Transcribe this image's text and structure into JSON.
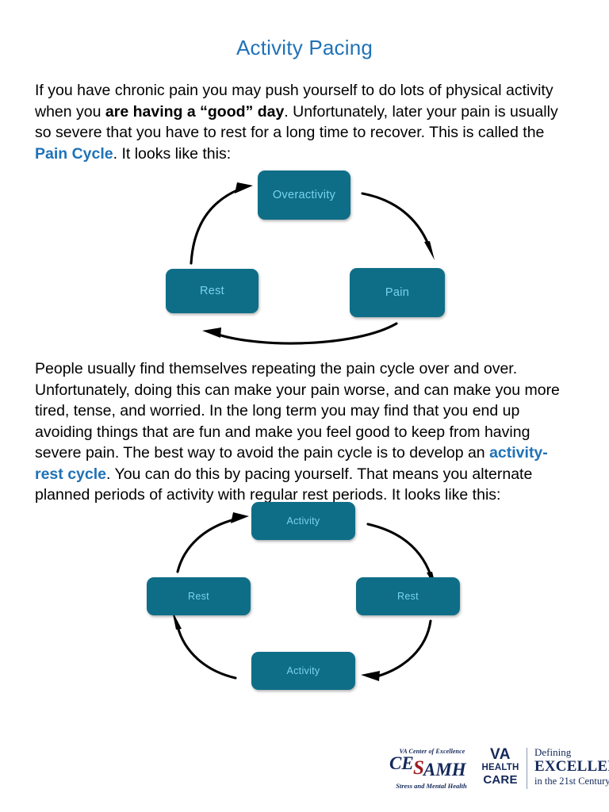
{
  "document": {
    "title": "Activity Pacing"
  },
  "paragraphs": {
    "p1": {
      "seg1": "If you have chronic pain you may push yourself to do lots of physical activity when you ",
      "seg2_bold": "are having a “good” day",
      "seg3": ".  Unfortunately, later your pain is usually so severe that you have to rest for a long time to recover.  This is called the ",
      "seg4_blue_bold": "Pain Cycle",
      "seg5": ".  It looks like this:"
    },
    "p2": {
      "seg1": "People usually find themselves repeating the pain cycle over and over.  Unfortunately, doing this can make your pain worse, and can make you more tired, tense, and worried.  In the long term you may find that you end up avoiding things that are fun and make you feel good to keep from having severe pain.  The best way to avoid the pain cycle is to develop an ",
      "seg2_blue_bold": "activity-rest cycle",
      "seg3": ".  You can do this by pacing yourself.  That means you alternate planned periods of activity with regular rest periods.  It looks like this:"
    }
  },
  "diagram_pain_cycle": {
    "name": "Pain Cycle",
    "nodes": [
      {
        "id": "overactivity",
        "label": "Overactivity"
      },
      {
        "id": "pain",
        "label": "Pain"
      },
      {
        "id": "rest",
        "label": "Rest"
      }
    ],
    "flow": [
      "Overactivity",
      "Pain",
      "Rest",
      "Overactivity"
    ]
  },
  "diagram_activity_rest_cycle": {
    "name": "Activity-Rest Cycle",
    "nodes": [
      {
        "id": "activity-top",
        "label": "Activity"
      },
      {
        "id": "rest-right",
        "label": "Rest"
      },
      {
        "id": "activity-bottom",
        "label": "Activity"
      },
      {
        "id": "rest-left",
        "label": "Rest"
      }
    ],
    "flow": [
      "Activity",
      "Rest",
      "Activity",
      "Rest",
      "Activity"
    ]
  },
  "footer": {
    "cesamh": {
      "top_text": "VA Center of Excellence",
      "wordmark_ce": "CE",
      "wordmark_s": "S",
      "wordmark_amh": "AMH",
      "bottom_text": "Stress and Mental Health"
    },
    "va_health_care": {
      "line1": "VA",
      "line2": "HEALTH",
      "line3": "CARE"
    },
    "defining_excellence": {
      "line1": "Defining",
      "line2": "EXCELLENCE",
      "line3": "in the 21st Century"
    }
  },
  "colors": {
    "title_blue": "#1F72B8",
    "accent_blue": "#1F72B8",
    "node_fill_teal": "#0F6E87",
    "node_text_blue": "#79D2F0",
    "logo_navy": "#13285A",
    "logo_red": "#9E1B22"
  }
}
